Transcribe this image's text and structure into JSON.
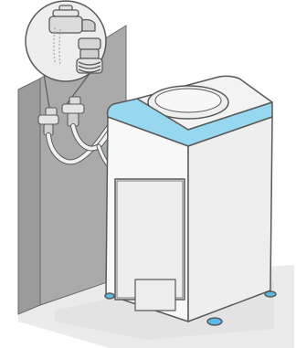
{
  "figure": {
    "caption": "",
    "colors": {
      "wall": "#aaaaaa",
      "wall_dark": "#9b9b9b",
      "floor": "#ebebeb",
      "body": "#f8f8f8",
      "outline": "#5a5a5a",
      "accent": "#97d7ef",
      "accent_dark": "#5bb8e0",
      "metal": "#d9d9d9",
      "callout_fill": "#eeeeee"
    },
    "parts": [
      {
        "name": "wall",
        "icon": "wall-panel"
      },
      {
        "name": "floor",
        "icon": "floor-plane"
      },
      {
        "name": "faucet-closeup",
        "icon": "faucet-icon"
      },
      {
        "name": "twin-taps",
        "icon": "faucet-icon"
      },
      {
        "name": "inlet-hoses",
        "icon": "hose-icon"
      },
      {
        "name": "washing-machine",
        "icon": "top-loader-icon"
      },
      {
        "name": "blue-band",
        "icon": "accent-band"
      },
      {
        "name": "front-door",
        "icon": "door-panel"
      },
      {
        "name": "feet",
        "icon": "foot-icon"
      }
    ]
  }
}
